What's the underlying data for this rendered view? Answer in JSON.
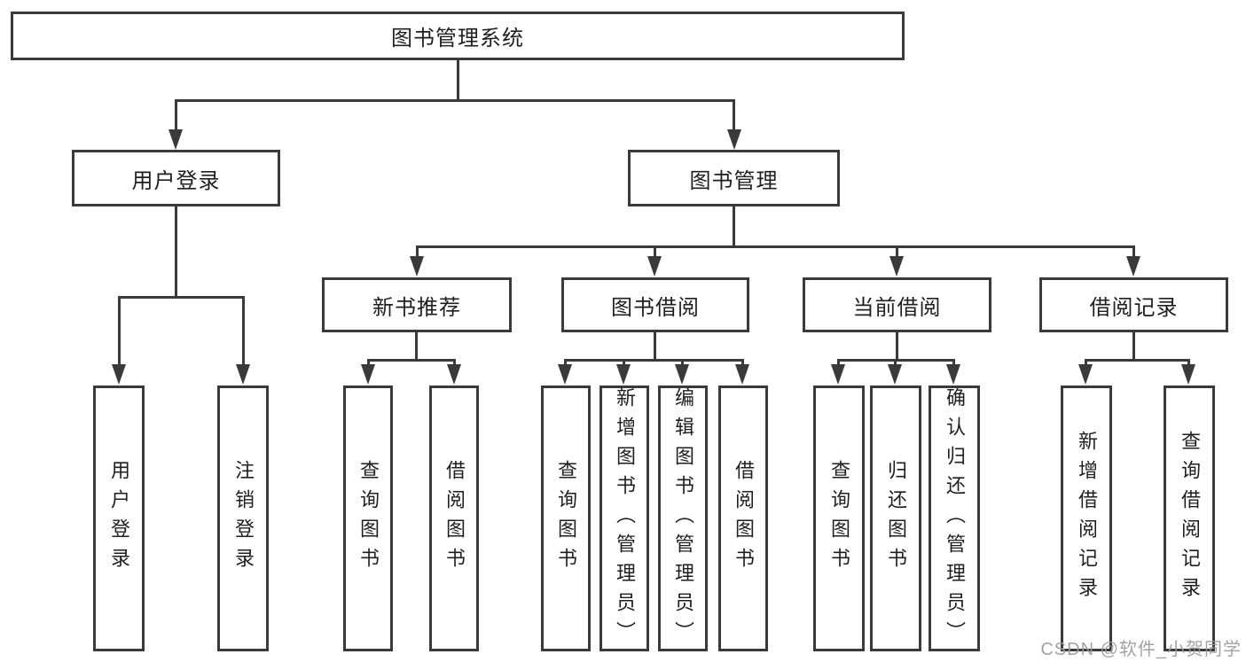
{
  "diagram": {
    "root": "图书管理系统",
    "level2": {
      "user_login": "用户登录",
      "book_management": "图书管理"
    },
    "level3": {
      "new_book_recommend": "新书推荐",
      "book_borrow": "图书借阅",
      "current_borrow": "当前借阅",
      "borrow_records": "借阅记录"
    },
    "leaves": {
      "user_login": [
        "用户登录",
        "注销登录"
      ],
      "new_book_recommend": [
        "查询图书",
        "借阅图书"
      ],
      "book_borrow": [
        "查询图书",
        "新增图书（管理员）",
        "编辑图书（管理员）",
        "借阅图书"
      ],
      "current_borrow": [
        "查询图书",
        "归还图书",
        "确认归还（管理员）"
      ],
      "borrow_records": [
        "新增借阅记录",
        "查询借阅记录"
      ]
    }
  },
  "watermark": "CSDN @软件_小贺同学",
  "colors": {
    "line": "#3a3a3a",
    "text": "#1f1f1f",
    "background": "#ffffff",
    "watermark": "#9b9b9b"
  }
}
